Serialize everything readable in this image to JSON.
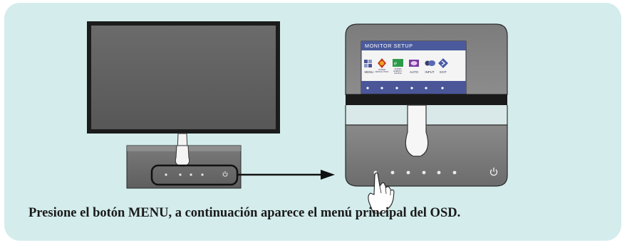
{
  "caption": "Presione el botón MENU, a continuación aparece el menú principal del OSD.",
  "osd": {
    "title": "MONITOR SETUP",
    "items": [
      {
        "label": "MENU",
        "icon": "menu-icon"
      },
      {
        "label": "SUPER RESOLUTION",
        "icon": "super-resolution-icon"
      },
      {
        "label": "SUPER ENERGY SAVING",
        "icon": "energy-saving-icon"
      },
      {
        "label": "AUTO",
        "icon": "auto-icon"
      },
      {
        "label": "INPUT",
        "icon": "input-icon"
      },
      {
        "label": "EXIT",
        "icon": "exit-icon"
      }
    ]
  },
  "colors": {
    "panel_bg": "#d4ecec",
    "osd_header": "#4a5a9c",
    "osd_bottom": "#4a5698"
  }
}
